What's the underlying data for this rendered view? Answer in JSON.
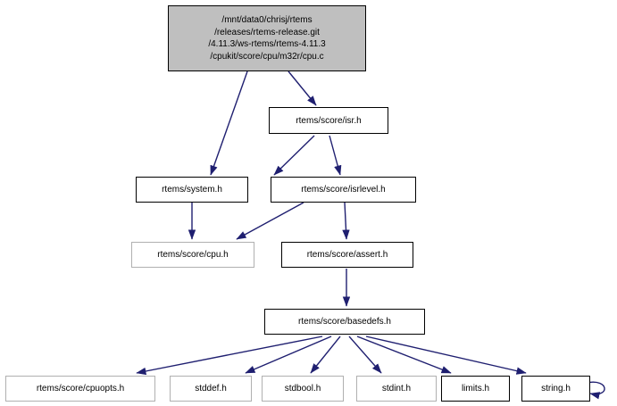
{
  "diagram": {
    "type": "include-dependency-graph",
    "edge_color": "#1f1f70",
    "root_fill": "#bfbfbf",
    "node_fill": "#ffffff",
    "nodes": [
      {
        "id": "root",
        "label": "/mnt/data0/chrisj/rtems\n/releases/rtems-release.git\n/4.11.3/ws-rtems/rtems-4.11.3\n/cpukit/score/cpu/m32r/cpu.c"
      },
      {
        "id": "isr",
        "label": "rtems/score/isr.h"
      },
      {
        "id": "system",
        "label": "rtems/system.h"
      },
      {
        "id": "isrlevel",
        "label": "rtems/score/isrlevel.h"
      },
      {
        "id": "cpu",
        "label": "rtems/score/cpu.h"
      },
      {
        "id": "assert",
        "label": "rtems/score/assert.h"
      },
      {
        "id": "basedefs",
        "label": "rtems/score/basedefs.h"
      },
      {
        "id": "cpuopts",
        "label": "rtems/score/cpuopts.h"
      },
      {
        "id": "stddef",
        "label": "stddef.h"
      },
      {
        "id": "stdbool",
        "label": "stdbool.h"
      },
      {
        "id": "stdint",
        "label": "stdint.h"
      },
      {
        "id": "limits",
        "label": "limits.h"
      },
      {
        "id": "string",
        "label": "string.h"
      }
    ],
    "edges": [
      {
        "from": "root",
        "to": "system"
      },
      {
        "from": "root",
        "to": "isr"
      },
      {
        "from": "isr",
        "to": "system"
      },
      {
        "from": "isr",
        "to": "isrlevel"
      },
      {
        "from": "system",
        "to": "cpu"
      },
      {
        "from": "isrlevel",
        "to": "cpu"
      },
      {
        "from": "isrlevel",
        "to": "assert"
      },
      {
        "from": "assert",
        "to": "basedefs"
      },
      {
        "from": "basedefs",
        "to": "cpuopts"
      },
      {
        "from": "basedefs",
        "to": "stddef"
      },
      {
        "from": "basedefs",
        "to": "stdbool"
      },
      {
        "from": "basedefs",
        "to": "stdint"
      },
      {
        "from": "basedefs",
        "to": "limits"
      },
      {
        "from": "basedefs",
        "to": "string"
      },
      {
        "from": "string",
        "to": "string"
      }
    ]
  }
}
